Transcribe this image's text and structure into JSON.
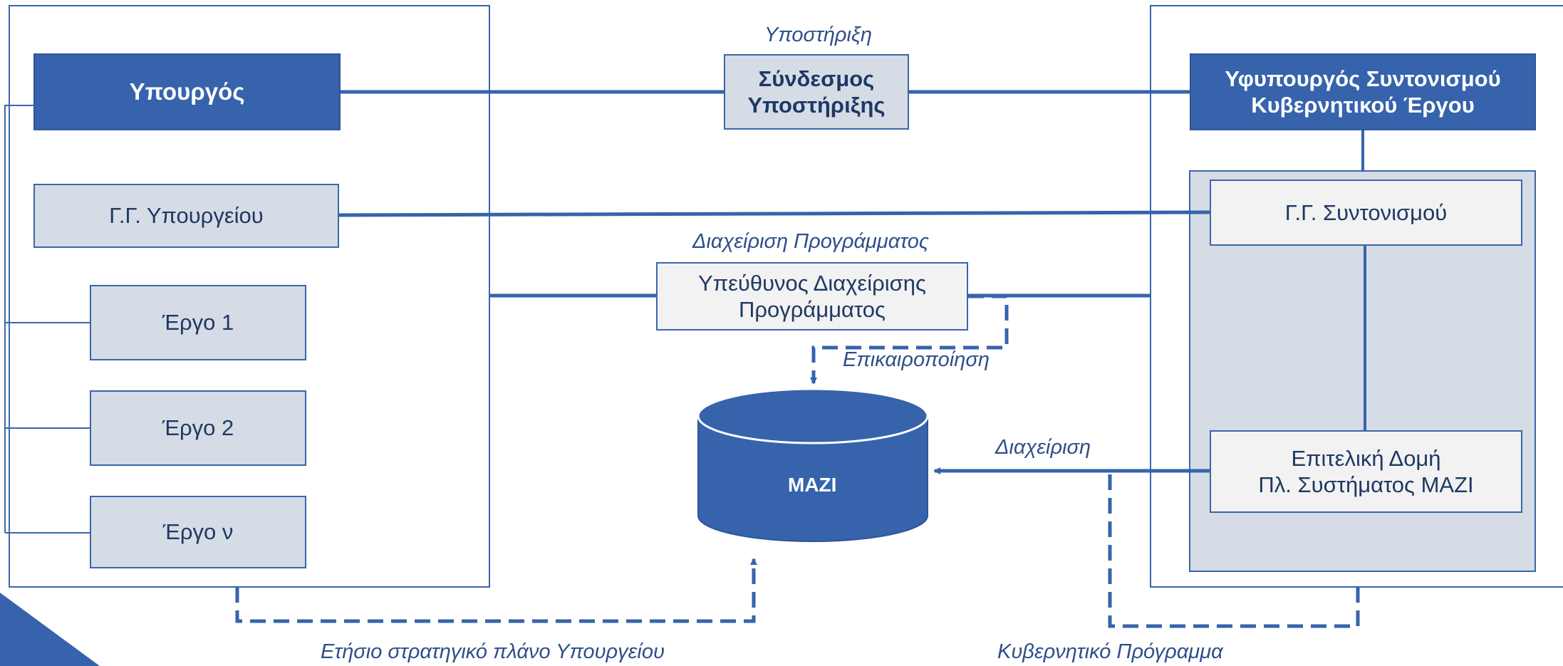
{
  "colors": {
    "primary": "#3663ac",
    "light_box": "#d6dce5",
    "pale_box": "#f2f2f2",
    "label_text": "#2f4f8a"
  },
  "nodes": {
    "minister": "Υπουργός",
    "gg_ministry": "Γ.Γ. Υπουργείου",
    "project_1": "Έργο 1",
    "project_2": "Έργο 2",
    "project_n": "Έργο ν",
    "support_link": "Σύνδεσμος\nΥποστήριξης",
    "program_manager": "Υπεύθυνος Διαχείρισης\nΠρογράμματος",
    "deputy_minister": "Υφυπουργός Συντονισμού\nΚυβερνητικού Έργου",
    "gg_coordination": "Γ.Γ. Συντονισμού",
    "executive_structure": "Επιτελική Δομή\nΠλ. Συστήματος MAZI",
    "database": "MAZI"
  },
  "labels": {
    "support": "Υποστήριξη",
    "program_management": "Διαχείριση Προγράμματος",
    "update": "Επικαιροποίηση",
    "management": "Διαχείριση",
    "annual_plan": "Ετήσιο στρατηγικό πλάνο Υπουργείου",
    "government_program": "Κυβερνητικό Πρόγραμμα"
  }
}
